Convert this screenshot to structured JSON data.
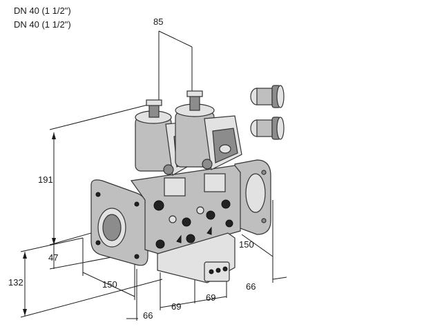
{
  "header": {
    "line1": "DN 40 (1 1/2\")",
    "line2": "DN 40 (1 1/2\")"
  },
  "dimensions": {
    "top_width": "85",
    "height_total": "191",
    "height_lower": "47",
    "height_base": "132",
    "depth_left": "150",
    "depth_right": "150",
    "flange_left": "66",
    "flange_right": "66",
    "spacing_1": "69",
    "spacing_2": "69"
  }
}
